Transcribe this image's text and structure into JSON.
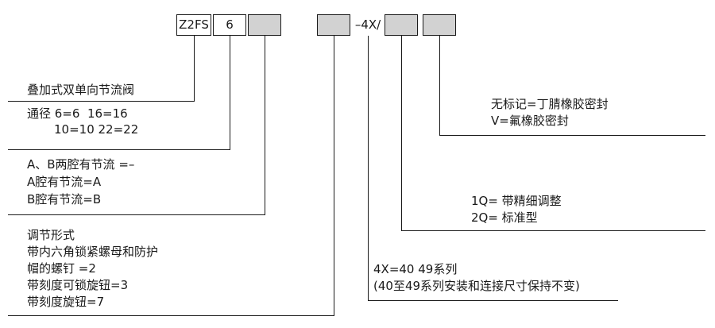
{
  "colors": {
    "background": "#ffffff",
    "line": "#1a1a1a",
    "text": "#1a1a1a",
    "box_border": "#1a1a1a",
    "box_fill_empty": "#d2d2d2",
    "box_fill_labeled": "#ffffff"
  },
  "code_row": {
    "boxes": [
      {
        "label": "Z2FS",
        "style": "labeled"
      },
      {
        "label": "6",
        "style": "labeled"
      },
      {
        "label": "",
        "style": "empty"
      },
      {
        "label": "",
        "style": "empty"
      },
      {
        "label": "–4X/",
        "style": "text"
      },
      {
        "label": "",
        "style": "empty"
      },
      {
        "label": "",
        "style": "empty"
      }
    ]
  },
  "callouts": [
    {
      "name": "valve-type",
      "lines": [
        "叠加式双单向节流阀"
      ]
    },
    {
      "name": "nominal-size",
      "lines": [
        "通径 6=6  16=16",
        "10=10 22=22"
      ]
    },
    {
      "name": "throttle-position",
      "lines": [
        "A、B两腔有节流 =–",
        "A腔有节流=A",
        "B腔有节流=B"
      ]
    },
    {
      "name": "adjustment-type",
      "lines": [
        "调节形式",
        "带内六角锁紧螺母和防护",
        "帽的螺钉 =2",
        "带刻度可锁旋钮=3",
        "带刻度旋钮=7"
      ]
    },
    {
      "name": "series",
      "lines": [
        "4X=40 49系列",
        "(40至49系列安装和连接尺寸保持不变)"
      ]
    },
    {
      "name": "adjustment-variant",
      "lines": [
        "1Q= 带精细调整",
        "2Q= 标准型"
      ]
    },
    {
      "name": "seal-material",
      "lines": [
        "无标记=丁腈橡胶密封",
        "V=氟橡胶密封"
      ]
    }
  ]
}
